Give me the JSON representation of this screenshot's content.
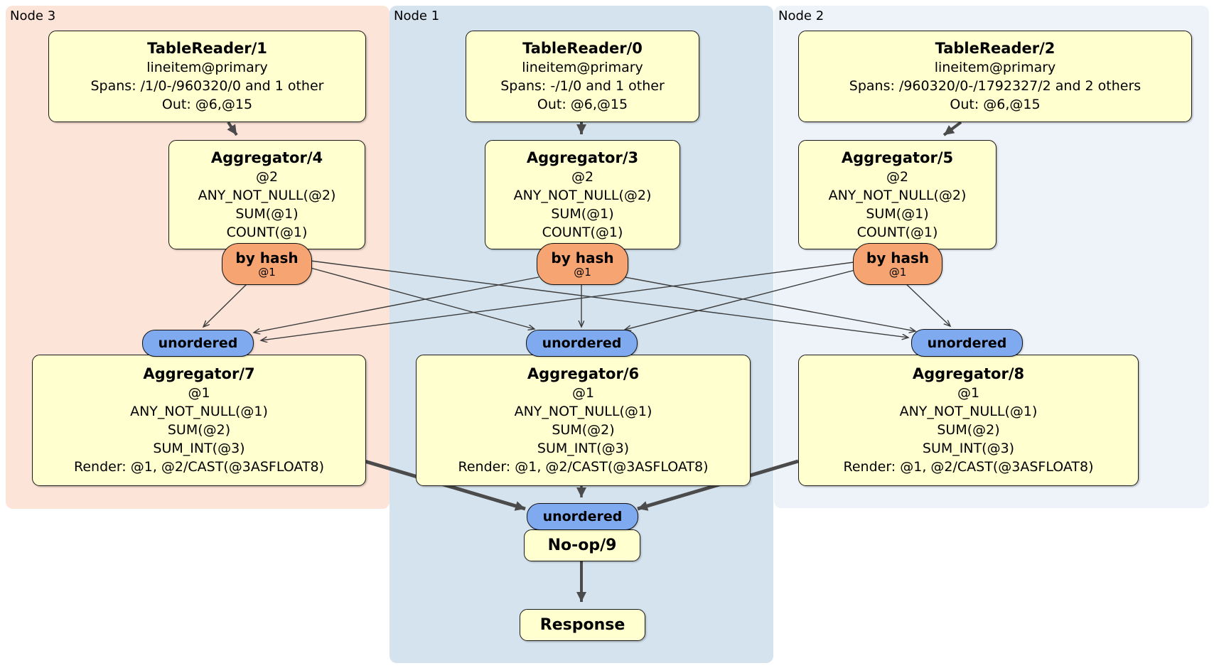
{
  "regions": [
    {
      "label": "Node 3"
    },
    {
      "label": "Node 1"
    },
    {
      "label": "Node 2"
    }
  ],
  "boxes": {
    "tr1": {
      "title": "TableReader/1",
      "lines": [
        "lineitem@primary",
        "Spans: /1/0-/960320/0 and 1 other",
        "Out: @6,@15"
      ]
    },
    "tr0": {
      "title": "TableReader/0",
      "lines": [
        "lineitem@primary",
        "Spans: -/1/0 and 1 other",
        "Out: @6,@15"
      ]
    },
    "tr2": {
      "title": "TableReader/2",
      "lines": [
        "lineitem@primary",
        "Spans: /960320/0-/1792327/2 and 2 others",
        "Out: @6,@15"
      ]
    },
    "agg4": {
      "title": "Aggregator/4",
      "lines": [
        "@2",
        "ANY_NOT_NULL(@2)",
        "SUM(@1)",
        "COUNT(@1)"
      ]
    },
    "agg3": {
      "title": "Aggregator/3",
      "lines": [
        "@2",
        "ANY_NOT_NULL(@2)",
        "SUM(@1)",
        "COUNT(@1)"
      ]
    },
    "agg5": {
      "title": "Aggregator/5",
      "lines": [
        "@2",
        "ANY_NOT_NULL(@2)",
        "SUM(@1)",
        "COUNT(@1)"
      ]
    },
    "agg7": {
      "title": "Aggregator/7",
      "lines": [
        "@1",
        "ANY_NOT_NULL(@1)",
        "SUM(@2)",
        "SUM_INT(@3)",
        "Render: @1, @2/CAST(@3ASFLOAT8)"
      ]
    },
    "agg6": {
      "title": "Aggregator/6",
      "lines": [
        "@1",
        "ANY_NOT_NULL(@1)",
        "SUM(@2)",
        "SUM_INT(@3)",
        "Render: @1, @2/CAST(@3ASFLOAT8)"
      ]
    },
    "agg8": {
      "title": "Aggregator/8",
      "lines": [
        "@1",
        "ANY_NOT_NULL(@1)",
        "SUM(@2)",
        "SUM_INT(@3)",
        "Render: @1, @2/CAST(@3ASFLOAT8)"
      ]
    },
    "noop": {
      "title": "No-op/9"
    },
    "response": {
      "title": "Response"
    }
  },
  "connectors": {
    "hash": {
      "label": "by hash",
      "sub": "@1"
    },
    "unordered": {
      "label": "unordered"
    }
  },
  "colors": {
    "node3_bg": "#fce4d8",
    "node1_bg": "#d5e3ee",
    "node2_bg": "#eef3fa",
    "box_fill": "#ffffcf",
    "hash_oval_fill": "#f6a472",
    "unordered_oval_fill": "#80aaf0",
    "edge": "#4b4b4b"
  }
}
